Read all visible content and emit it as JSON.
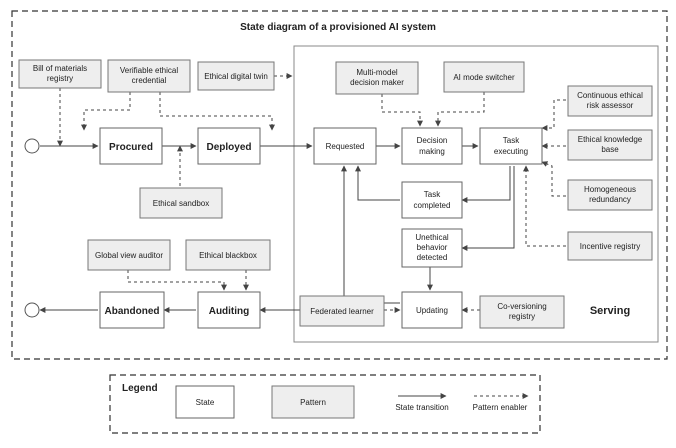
{
  "title": "State diagram of a provisioned AI system",
  "serving_label": "Serving",
  "states": {
    "procured": "Procured",
    "deployed": "Deployed",
    "requested": "Requested",
    "decision_making": [
      "Decision",
      "making"
    ],
    "task_executing": [
      "Task",
      "executing"
    ],
    "task_completed": [
      "Task",
      "completed"
    ],
    "unethical": [
      "Unethical",
      "behavior",
      "detected"
    ],
    "updating": "Updating",
    "auditing": "Auditing",
    "abandoned": "Abandoned"
  },
  "patterns": {
    "bom": [
      "Bill of materials",
      "registry"
    ],
    "vec": [
      "Verifiable ethical",
      "credential"
    ],
    "digital_twin": "Ethical digital twin",
    "sandbox": "Ethical sandbox",
    "multi_model": [
      "Multi-model",
      "decision maker"
    ],
    "ai_mode": "AI mode switcher",
    "risk": [
      "Continuous ethical",
      "risk assessor"
    ],
    "knowledge": [
      "Ethical knowledge",
      "base"
    ],
    "homogeneous": [
      "Homogeneous",
      "redundancy"
    ],
    "incentive": "Incentive registry",
    "global_auditor": "Global view auditor",
    "blackbox": "Ethical blackbox",
    "federated": "Federated learner",
    "coversioning": [
      "Co-versioning",
      "registry"
    ]
  },
  "legend": {
    "title": "Legend",
    "state": "State",
    "pattern": "Pattern",
    "transition": "State transition",
    "enabler": "Pattern enabler"
  }
}
